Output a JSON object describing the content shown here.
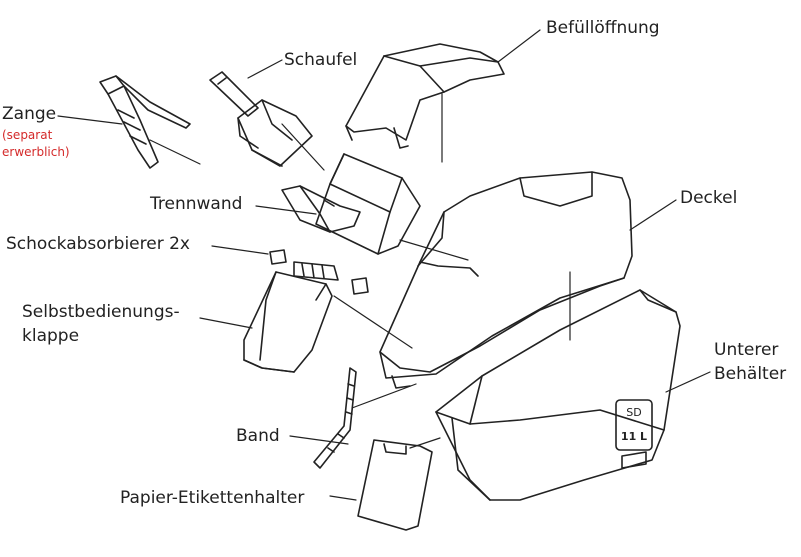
{
  "labels": {
    "befuelloeffnung": "Befüllöffnung",
    "schaufel": "Schaufel",
    "zange": "Zange",
    "zange_note_1": "(separat",
    "zange_note_2": "erwerblich)",
    "trennwand": "Trennwand",
    "deckel": "Deckel",
    "schockabsorbierer": "Schockabsorbierer 2x",
    "selbstbedienungs_1": "Selbstbedienungs-",
    "selbstbedienungs_2": "klappe",
    "unterer_1": "Unterer",
    "unterer_2": "Behälter",
    "band": "Band",
    "papier": "Papier-Etikettenhalter"
  },
  "container_marking": {
    "volume": "11 L",
    "logo": "SD"
  },
  "colors": {
    "text": "#222222",
    "note": "#d42a2a",
    "line": "#222222"
  }
}
